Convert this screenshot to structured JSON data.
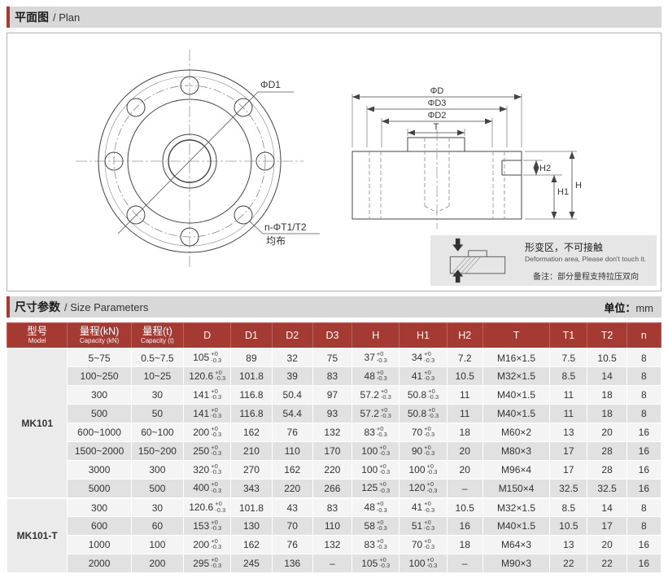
{
  "colors": {
    "accent": "#a53a33",
    "section_bar": "#d8d8d8",
    "row_light": "#f4f4f4",
    "row_dark": "#e1e1e1",
    "model_cell": "#ebebeb",
    "note_bg": "#e6e6e6",
    "header_text": "#ffffff"
  },
  "sections": {
    "plan": {
      "zh": "平面图",
      "en": "/ Plan"
    },
    "params": {
      "zh": "尺寸参数",
      "en": "/ Size Parameters"
    },
    "unit_label": "单位：",
    "unit_value": "mm"
  },
  "diagram": {
    "front": {
      "d1_label": "ΦD1",
      "bolt_label": "n-ΦT1/T2",
      "bolt_label2": "均布"
    },
    "side": {
      "d": "ΦD",
      "d3": "ΦD3",
      "d2": "ΦD2",
      "t": "T",
      "h2": "H2",
      "h1": "H1",
      "h": "H"
    },
    "note": {
      "zh": "形变区，不可接触",
      "en": "Deformation area, Please don't touch it.",
      "remark": "备注：部分量程支持拉压双向"
    }
  },
  "table": {
    "headers": [
      {
        "label": "型号",
        "sub": "Model"
      },
      {
        "label": "量程(kN)",
        "sub": "Capacity (kN)"
      },
      {
        "label": "量程(t)",
        "sub": "Capacity (t)"
      },
      {
        "label": "D"
      },
      {
        "label": "D1"
      },
      {
        "label": "D2"
      },
      {
        "label": "D3"
      },
      {
        "label": "H"
      },
      {
        "label": "H1"
      },
      {
        "label": "H2"
      },
      {
        "label": "T"
      },
      {
        "label": "T1"
      },
      {
        "label": "T2"
      },
      {
        "label": "n"
      }
    ],
    "tolerance": [
      "+0",
      "-0.3"
    ],
    "groups": [
      {
        "model": "MK101",
        "rows": [
          [
            "5~75",
            "0.5~7.5",
            {
              "v": "105"
            },
            "89",
            "32",
            "75",
            {
              "v": "37"
            },
            {
              "v": "34"
            },
            "7.2",
            "M16×1.5",
            "7.5",
            "10.5",
            "8"
          ],
          [
            "100~250",
            "10~25",
            {
              "v": "120.6"
            },
            "101.8",
            "39",
            "83",
            {
              "v": "48"
            },
            {
              "v": "41"
            },
            "10.5",
            "M32×1.5",
            "8.5",
            "14",
            "8"
          ],
          [
            "300",
            "30",
            {
              "v": "141"
            },
            "116.8",
            "50.4",
            "97",
            {
              "v": "57.2"
            },
            {
              "v": "50.8"
            },
            "11",
            "M40×1.5",
            "11",
            "18",
            "8"
          ],
          [
            "500",
            "50",
            {
              "v": "141"
            },
            "116.8",
            "54.4",
            "93",
            {
              "v": "57.2"
            },
            {
              "v": "50.8"
            },
            "11",
            "M40×1.5",
            "11",
            "18",
            "8"
          ],
          [
            "600~1000",
            "60~100",
            {
              "v": "200"
            },
            "162",
            "76",
            "132",
            {
              "v": "83"
            },
            {
              "v": "70"
            },
            "18",
            "M60×2",
            "13",
            "20",
            "16"
          ],
          [
            "1500~2000",
            "150~200",
            {
              "v": "250"
            },
            "210",
            "110",
            "170",
            {
              "v": "100"
            },
            {
              "v": "90"
            },
            "20",
            "M80×3",
            "17",
            "28",
            "16"
          ],
          [
            "3000",
            "300",
            {
              "v": "320"
            },
            "270",
            "162",
            "220",
            {
              "v": "100"
            },
            {
              "v": "100"
            },
            "20",
            "M96×4",
            "17",
            "28",
            "16"
          ],
          [
            "5000",
            "500",
            {
              "v": "400"
            },
            "343",
            "220",
            "266",
            {
              "v": "125"
            },
            {
              "v": "120"
            },
            "–",
            "M150×4",
            "32.5",
            "32.5",
            "16"
          ]
        ]
      },
      {
        "model": "MK101-T",
        "rows": [
          [
            "300",
            "30",
            {
              "v": "120.6"
            },
            "101.8",
            "43",
            "83",
            {
              "v": "48"
            },
            {
              "v": "41"
            },
            "10.5",
            "M32×1.5",
            "8.5",
            "14",
            "8"
          ],
          [
            "600",
            "60",
            {
              "v": "153"
            },
            "130",
            "70",
            "110",
            {
              "v": "58"
            },
            {
              "v": "51"
            },
            "16",
            "M40×1.5",
            "10.5",
            "17",
            "8"
          ],
          [
            "1000",
            "100",
            {
              "v": "200"
            },
            "162",
            "76",
            "132",
            {
              "v": "83"
            },
            {
              "v": "70"
            },
            "18",
            "M64×3",
            "13",
            "20",
            "16"
          ],
          [
            "2000",
            "200",
            {
              "v": "295"
            },
            "245",
            "136",
            "–",
            {
              "v": "105"
            },
            {
              "v": "100"
            },
            "–",
            "M90×3",
            "22",
            "22",
            "16"
          ]
        ]
      }
    ]
  }
}
